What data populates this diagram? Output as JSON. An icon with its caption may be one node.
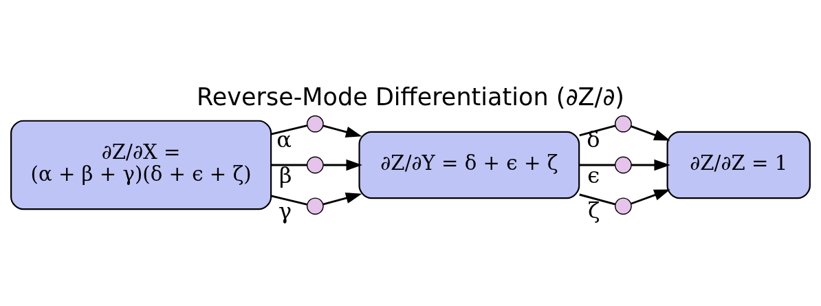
{
  "diagram": {
    "title": "Reverse-Mode Differentiation (∂Z/∂)",
    "nodes": [
      {
        "text": [
          "∂Z/∂X =",
          "(α + β + γ)(δ + ϵ + ζ)"
        ]
      },
      {
        "text": [],
        "shape": "circle"
      },
      {
        "text": [],
        "shape": "circle"
      },
      {
        "text": [],
        "shape": "circle"
      },
      {
        "text": [
          "∂Z/∂Y = δ + ϵ + ζ"
        ]
      },
      {
        "text": [],
        "shape": "circle"
      },
      {
        "text": [],
        "shape": "circle"
      },
      {
        "text": [],
        "shape": "circle"
      },
      {
        "text": [
          "∂Z/∂Z = 1"
        ]
      }
    ],
    "edges": [
      {
        "from": 0,
        "to": 1,
        "arrow": "none",
        "label": "α"
      },
      {
        "from": 1,
        "to": 4,
        "arrow": "to"
      },
      {
        "from": 0,
        "to": 2,
        "arrow": "none",
        "label": "β"
      },
      {
        "from": 2,
        "to": 4,
        "arrow": "to"
      },
      {
        "from": 0,
        "to": 3,
        "arrow": "none",
        "label": "γ"
      },
      {
        "from": 3,
        "to": 4,
        "arrow": "to"
      },
      {
        "from": 4,
        "to": 5,
        "arrow": "none",
        "label": "δ"
      },
      {
        "from": 5,
        "to": 8,
        "arrow": "to"
      },
      {
        "from": 4,
        "to": 6,
        "arrow": "none",
        "label": "ϵ"
      },
      {
        "from": 6,
        "to": 8,
        "arrow": "to"
      },
      {
        "from": 4,
        "to": 7,
        "arrow": "none",
        "label": "ζ"
      },
      {
        "from": 7,
        "to": 8,
        "arrow": "to"
      }
    ]
  }
}
